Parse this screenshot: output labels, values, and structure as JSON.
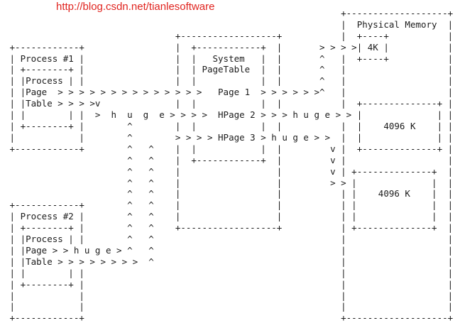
{
  "colors": {
    "background": "#ffffff",
    "diagram_text": "#1c1c1c",
    "url_red": "#e0241f"
  },
  "header": {
    "url": "http://blog.csdn.net/tianlesoftware"
  },
  "diagram": {
    "labels": {
      "process1": "Process #1",
      "process2": "Process #2",
      "process_inner_box": "Process Page Table",
      "system_pagetable": "System PageTable",
      "physical_memory": "Physical Memory",
      "page1": "Page 1",
      "hpage2": "HPage 2",
      "hpage3": "HPage 3",
      "small_page_size": "4K",
      "huge_page_size": "4096 K",
      "huge_marker": "h u g e"
    },
    "lines": [
      "",
      "                                                               +-------------------+",
      "                                                               |  Physical Memory  |",
      "                                +------------------+           |  +----+           |",
      " +------------+                 |  +------------+  |       > > > >| 4K |           |",
      " | Process #1 |                 |  |   System   |  |       ^   |  +----+           |",
      " | +--------+ |                 |  | PageTable  |  |       ^   |                   |",
      " | |Process | |                 |  |            |  |       ^   |                   |",
      " | |Page  > > > > > > > > > > > > > >   Page 1  > > > > > >^   |                   |",
      " | |Table > > > >v              |  |            |  |           |  +--------------+ |",
      " | |        | |  >  h  u  g  e > > > >  HPage 2 > > > h u g e > > |              | |",
      " | +--------+ |        ^        |  |            |  |           |  |    4096 K    | |",
      " |            |        ^        > > > > HPage 3 > h u g e > >  |  |              | |",
      " +------------+        ^   ^    |  |            |  |         v |  +--------------+ |",
      "                       ^   ^    |  +------------+  |         v |                   |",
      "                       ^   ^    |                  |         v | +--------------+  |",
      "                       ^   ^    |                  |         > > |              |  |",
      "                       ^   ^    |                  |           | |    4096 K    |  |",
      " +------------+        ^   ^    |                  |           | |              |  |",
      " | Process #2 |        ^   ^    |                  |           | |              |  |",
      " | +--------+ |        ^   ^    +------------------+           | +--------------+  |",
      " | |Process | |        ^   ^                                   |                   |",
      " | |Page > > h u g e > ^   ^                                   |                   |",
      " | |Table > > > > > > > >  ^                                   |                   |",
      " | |        | |                                                |                   |",
      " | +--------+ |                                                |                   |",
      " |            |                                                |                   |",
      " |            |                                                |                   |",
      " +------------+                                                +-------------------+"
    ]
  }
}
